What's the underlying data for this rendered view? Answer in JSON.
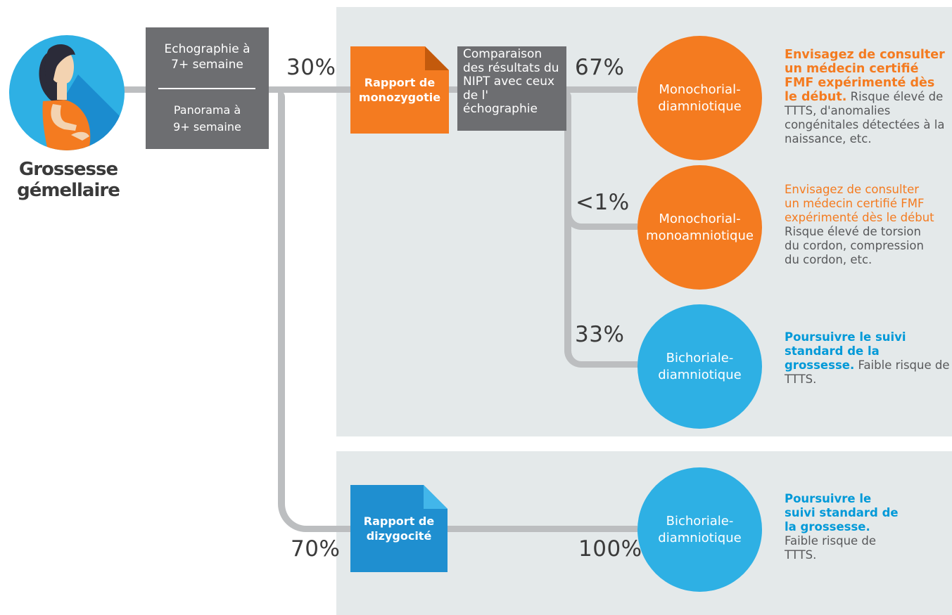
{
  "title": {
    "line1": "Grossesse",
    "line2": "gémellaire"
  },
  "screening": {
    "echo_line1": "Echographie à",
    "echo_line2": "7+ semaine",
    "panorama_line1": "Panorama à",
    "panorama_line2": "9+ semaine"
  },
  "percentages": {
    "mono_branch": "30%",
    "di_branch": "70%",
    "mcda": "67%",
    "mcma": "<1%",
    "dcda": "33%",
    "dcda_dizygotic": "100%"
  },
  "reports": {
    "mono_line1": "Rapport de",
    "mono_line2": "monozygotie",
    "di_line1": "Rapport de",
    "di_line2": "dizygocité"
  },
  "comparison": {
    "line1": "Comparaison",
    "line2": "des résultats du",
    "line3": "NIPT avec ceux",
    "line4": "de l'",
    "line5": "échographie"
  },
  "outcomes": {
    "mcda_line1": "Monochorial-",
    "mcda_line2": "diamniotique",
    "mcma_line1": "Monochorial-",
    "mcma_line2": "monoamniotique",
    "dcda_line1": "Bichoriale-",
    "dcda_line2": "diamniotique",
    "dz_line1": "Bichoriale-",
    "dz_line2": "diamniotique"
  },
  "notes": {
    "mcda_highlight": "Envisagez de consulter un médecin certifié FMF expérimenté dès le début.",
    "mcda_text": " Risque élevé de TTTS, d'anomalies congénitales détectées à la naissance, etc.",
    "mcma_highlight": "Envisagez de consulter un médecin certifié FMF expérimenté dès le début",
    "mcma_text": " Risque élevé de torsion du cordon, compression du cordon, etc.",
    "dcda_highlight": "Poursuivre le suivi standard de la grossesse.",
    "dcda_text": " Faible risque de TTTS.",
    "dz_highlight": "Poursuivre le suivi standard de la grossesse.",
    "dz_text": "Faible risque de TTTS."
  },
  "colors": {
    "orange": "#f47b20",
    "blue": "#2eb0e4",
    "dark_blue": "#1f8fd0",
    "grey_box": "#6d6e71",
    "panel": "#e4e9ea",
    "connector": "#bcbec0"
  }
}
